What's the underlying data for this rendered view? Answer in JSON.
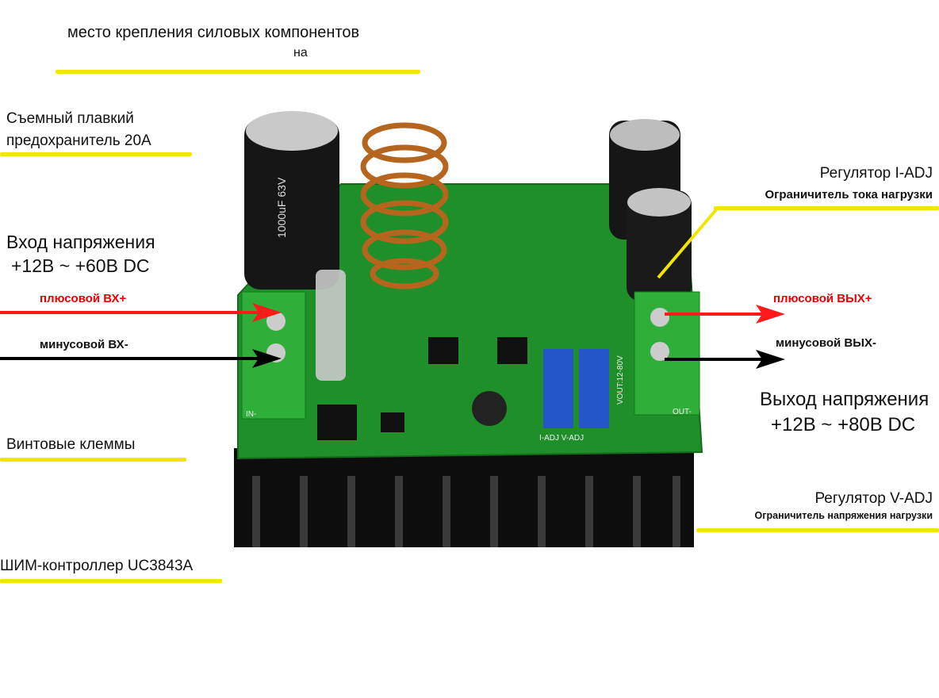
{
  "labels": {
    "mount": "место крепления силовых компонентов",
    "mount_sub": "на",
    "fuse_line1": "Съемный плавкий",
    "fuse_line2": "предохранитель 20А",
    "input_title": "Вход напряжения",
    "input_range": "+12В ~ +60В DC",
    "in_plus": "плюсовой ВХ+",
    "in_minus": "минусовой ВХ-",
    "terminals": "Винтовые клеммы",
    "pwm": "ШИМ-контроллер UC3843A",
    "iadj_title": "Регулятор I-ADJ",
    "iadj_desc": "Ограничитель тока нагрузки",
    "out_plus": "плюсовой ВЫХ+",
    "out_minus": "минусовой ВЫХ-",
    "output_title": "Выход напряжения",
    "output_range": "+12В ~ +80В DC",
    "vadj_title": "Регулятор V-ADJ",
    "vadj_desc": "Ограничитель напряжения нагрузки"
  },
  "board_marks": {
    "in": "IN-",
    "out": "OUT-",
    "pots": "I-ADJ  V-ADJ",
    "vout": "VOUT:12-80V",
    "cap": "1000uF 63V"
  },
  "colors": {
    "highlight": "#f2e600",
    "plus": "#ff1a1a",
    "minus": "#000000",
    "pcb": "#1f8f2a"
  }
}
